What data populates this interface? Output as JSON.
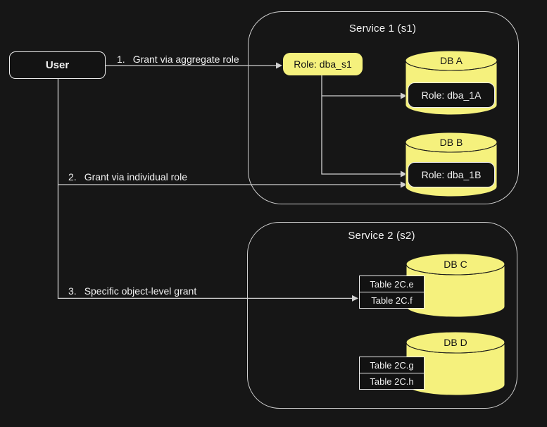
{
  "colors": {
    "background": "#161616",
    "connector": "#d0d0d0",
    "container_border": "#cfcfcf",
    "node_yellow": "#f5f17d",
    "node_dark": "#131313",
    "node_border_light": "#ededed",
    "text_light": "#f1f1f1",
    "text_dark": "#141414"
  },
  "user": {
    "label": "User"
  },
  "grants": [
    {
      "number": "1.",
      "label": "Grant via aggregate role"
    },
    {
      "number": "2.",
      "label": "Grant via individual role"
    },
    {
      "number": "3.",
      "label": "Specific object-level grant"
    }
  ],
  "service1": {
    "title": "Service 1 (s1)",
    "aggregate_role": "Role: dba_s1",
    "databases": [
      {
        "name": "DB A",
        "role": "Role: dba_1A"
      },
      {
        "name": "DB B",
        "role": "Role: dba_1B"
      }
    ]
  },
  "service2": {
    "title": "Service 2 (s2)",
    "databases": [
      {
        "name": "DB C",
        "tables": [
          "Table 2C.e",
          "Table 2C.f"
        ]
      },
      {
        "name": "DB D",
        "tables": [
          "Table 2C.g",
          "Table 2C.h"
        ]
      }
    ]
  }
}
